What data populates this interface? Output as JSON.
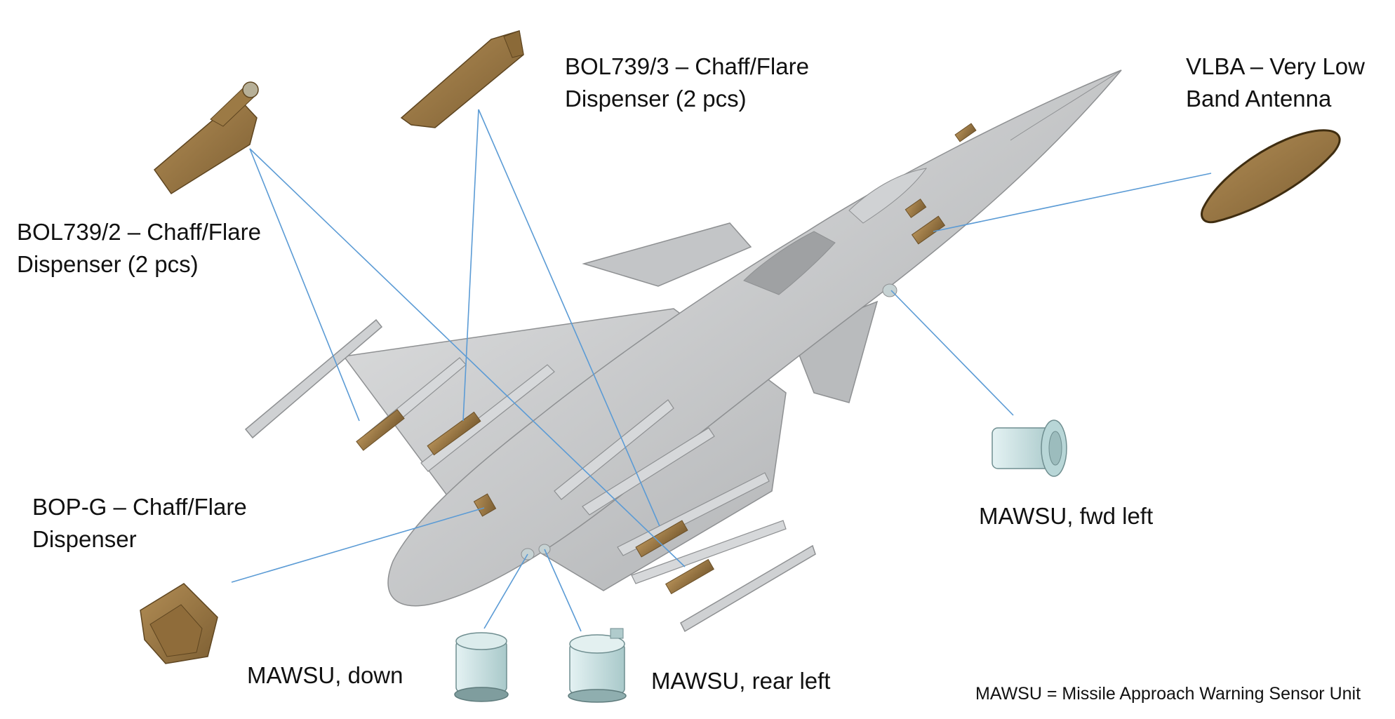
{
  "labels": {
    "bol739_2": {
      "line1": "BOL739/2 – Chaff/Flare",
      "line2": "Dispenser (2 pcs)"
    },
    "bol739_3": {
      "line1": "BOL739/3 – Chaff/Flare",
      "line2": "Dispenser (2 pcs)"
    },
    "vlba": {
      "line1": "VLBA – Very Low",
      "line2": "Band Antenna"
    },
    "bop_g": {
      "line1": "BOP-G – Chaff/Flare",
      "line2": "Dispenser"
    },
    "mawsu_fwd_left": "MAWSU, fwd left",
    "mawsu_down": "MAWSU, down",
    "mawsu_rear_left": "MAWSU, rear left"
  },
  "footnote": "MAWSU = Missile Approach Warning Sensor Unit",
  "colors": {
    "leader_line": "#5b9bd5",
    "aircraft": "#c9cacb",
    "aircraft_shadow": "#a9abad",
    "dispenser": "#8a6a3a",
    "sensor": "#c8e3e4"
  }
}
